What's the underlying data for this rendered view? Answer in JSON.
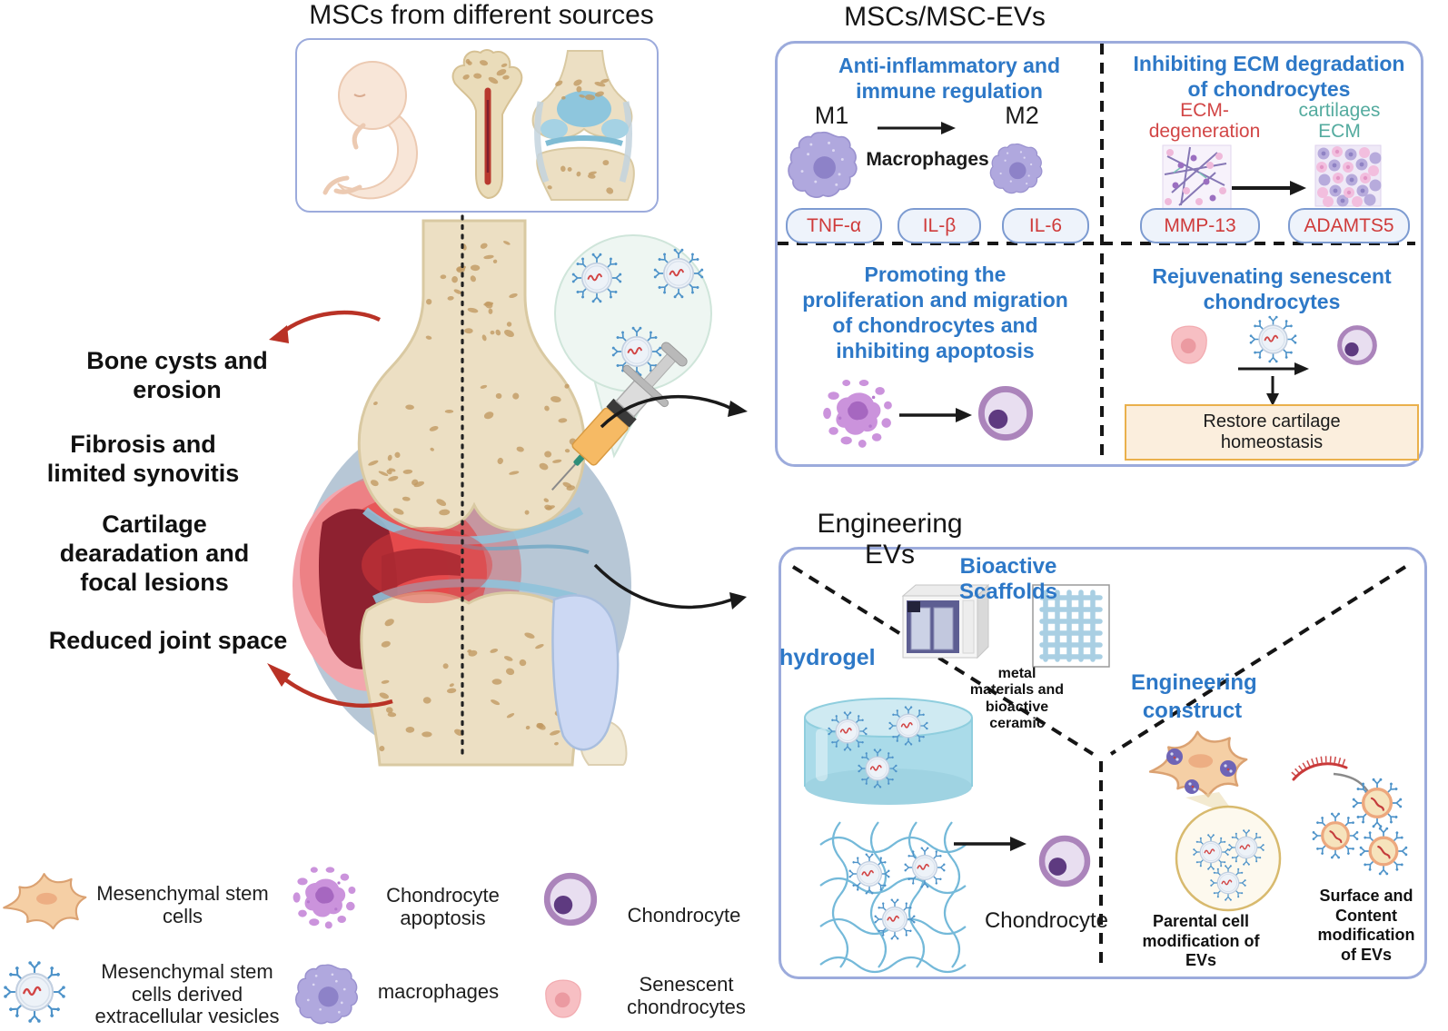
{
  "figure": {
    "sources_title": "MSCs from different sources",
    "msc_evs_title": "MSCs/MSC-EVs",
    "engineering_title": "Engineering EVs"
  },
  "pathology": {
    "labels": [
      "Bone cysts and\nerosion",
      "Fibrosis and\nlimited synovitis",
      "Cartilage\ndearadation and\nfocal lesions",
      "Reduced joint space"
    ]
  },
  "msc_evs": {
    "anti_inflammatory": {
      "heading": "Anti-inflammatory and\nimmune regulation",
      "m1": "M1",
      "m2": "M2",
      "macrophages_label": "Macrophages",
      "cytokine_pills": [
        "TNF-α",
        "IL-β",
        "IL-6"
      ]
    },
    "ecm": {
      "heading": "Inhibiting ECM degradation\nof chondrocytes",
      "degeneration_label": "ECM-\ndegeneration",
      "healthy_label": "cartilages\nECM",
      "enzyme_pills": [
        "MMP-13",
        "ADAMTS5"
      ]
    },
    "proliferation": {
      "heading": "Promoting the\nproliferation and migration\nof chondrocytes and\ninhibiting apoptosis"
    },
    "rejuvenation": {
      "heading": "Rejuvenating senescent\nchondrocytes",
      "restore_box": "Restore cartilage\nhomeostasis"
    }
  },
  "engineering": {
    "scaffolds_heading": "Bioactive Scaffolds",
    "hydrogel_label": "hydrogel",
    "materials_note": "metal\nmaterials and\nbioactive\nceramic",
    "construct_heading": "Engineering\nconstruct",
    "chondrocyte_label": "Chondrocyte",
    "parental_label": "Parental cell\nmodification of\nEVs",
    "surface_label": "Surface and\nContent\nmodification\nof EVs"
  },
  "legend": {
    "items": [
      {
        "icon": "msc-cell-icon",
        "label": "Mesenchymal stem\ncells"
      },
      {
        "icon": "ev-icon",
        "label": "Mesenchymal stem\ncells derived\nextracellular vesicles"
      },
      {
        "icon": "chondrocyte-apoptosis-icon",
        "label": "Chondrocyte\napoptosis"
      },
      {
        "icon": "macrophage-icon",
        "label": "macrophages"
      },
      {
        "icon": "chondrocyte-icon",
        "label": "Chondrocyte"
      },
      {
        "icon": "senescent-chondrocyte-icon",
        "label": "Senescent\nchondrocytes"
      }
    ]
  },
  "colors": {
    "panel_border": "#9cabdc",
    "heading_blue": "#2d78c7",
    "red_text": "#cf3b3b",
    "teal_text": "#54ab9f",
    "pill_fill": "#eef3fb",
    "pill_border": "#7d9bd1",
    "restore_fill": "#fbeedd",
    "restore_border": "#eab04c",
    "arrow_black": "#1a1a1a",
    "arrow_red": "#b93226"
  }
}
